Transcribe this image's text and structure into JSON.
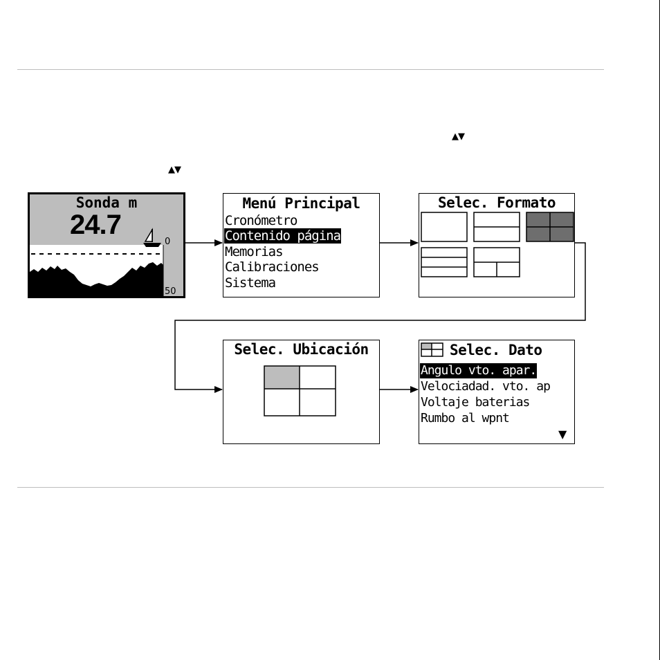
{
  "hints": {
    "arrows_a": "▲▼",
    "arrows_b": "▲▼"
  },
  "sonda": {
    "title": "Sonda m",
    "depth": "24.7",
    "scale_top": "0",
    "scale_bottom": "50"
  },
  "menu_principal": {
    "title": "Menú Principal",
    "items": [
      "Cronómetro",
      "Contenido página",
      "Memorias",
      "Calibraciones",
      "Sistema"
    ],
    "selected_index": 1
  },
  "formato": {
    "title": "Selec. Formato"
  },
  "ubicacion": {
    "title": "Selec. Ubicación"
  },
  "dato": {
    "title": "Selec. Dato",
    "items": [
      "Angulo vto. apar.",
      "Velociadad. vto. ap",
      "Voltaje baterias",
      "Rumbo al wpnt"
    ],
    "selected_index": 0,
    "more_indicator": "▼"
  },
  "colors": {
    "lcd_gray": "#bdbdbd",
    "selected_format_fill": "#6e6e6e",
    "rule": "#bdbdbd"
  }
}
